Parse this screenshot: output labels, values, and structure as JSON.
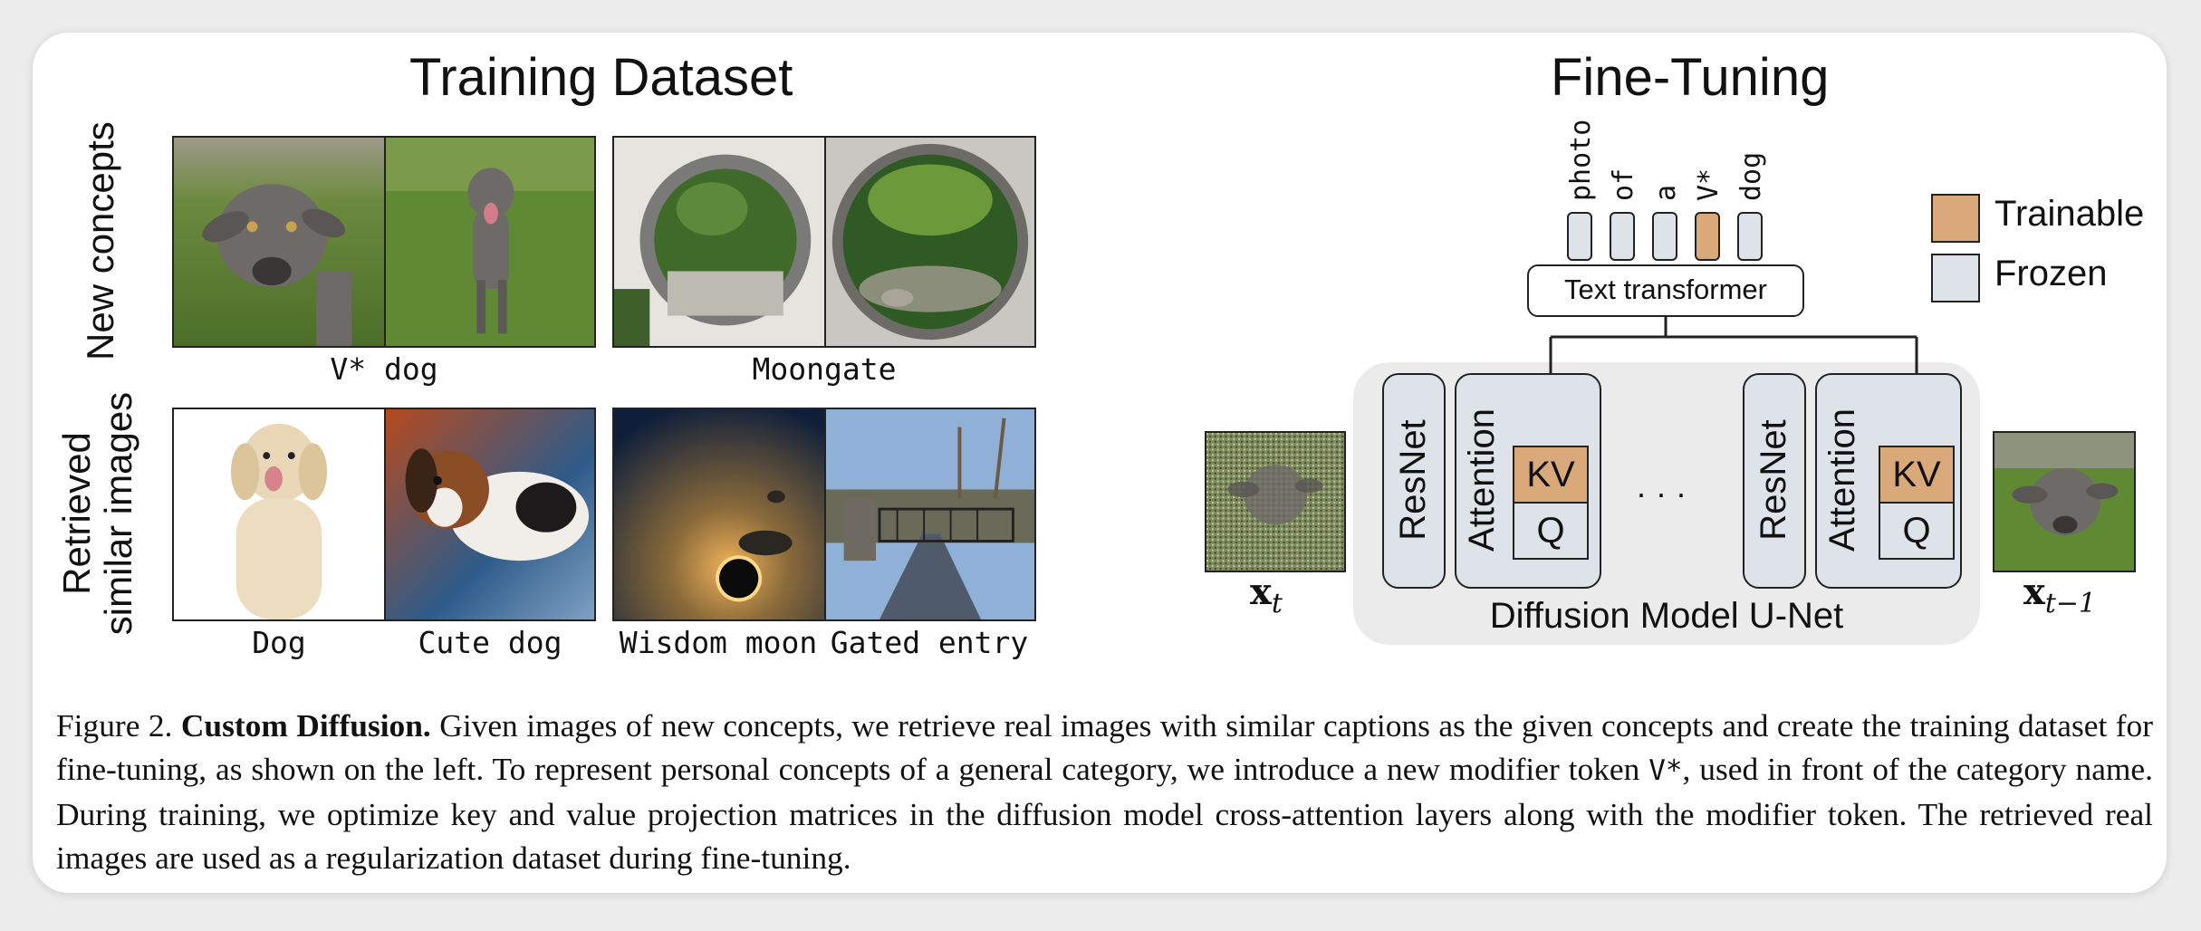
{
  "training_dataset": {
    "title": "Training Dataset",
    "row_labels": {
      "new_concepts": "New concepts",
      "retrieved_line1": "Retrieved",
      "retrieved_line2": "similar images"
    },
    "panel_captions": [
      "V* dog",
      "Moongate",
      "Dog",
      "Cute dog",
      "Wisdom moon",
      "Gated entry"
    ]
  },
  "fine_tuning": {
    "title": "Fine-Tuning",
    "tokens": [
      "photo",
      "of",
      "a",
      "V*",
      "dog"
    ],
    "text_transformer_label": "Text transformer",
    "legend": {
      "trainable": "Trainable",
      "frozen": "Frozen"
    },
    "unet": {
      "label": "Diffusion Model U-Net",
      "resnet_label": "ResNet",
      "attention_label": "Attention",
      "kv_label": "KV",
      "q_label": "Q",
      "ellipsis": "· · ·"
    },
    "input_label_base": "x",
    "input_label_sub": "t",
    "output_label_base": "x",
    "output_label_sub": "t−1"
  },
  "colors": {
    "trainable": "#d9a97a",
    "frozen": "#dde3e9",
    "unet_bg": "#ebebeb"
  },
  "caption": {
    "figure_label": "Figure 2.",
    "bold_title": "Custom Diffusion.",
    "text_1": "Given images of new concepts, we retrieve real images with similar captions as the given concepts and create the training dataset for fine-tuning, as shown on the left. To represent personal concepts of a general category, we introduce a new modifier token",
    "modifier_token": "V*",
    "text_2": ", used in front of the category name. During training, we optimize key and value projection matrices in the diffusion model cross-attention layers along with the modifier token. The retrieved real images are used as a regularization dataset during fine-tuning."
  }
}
